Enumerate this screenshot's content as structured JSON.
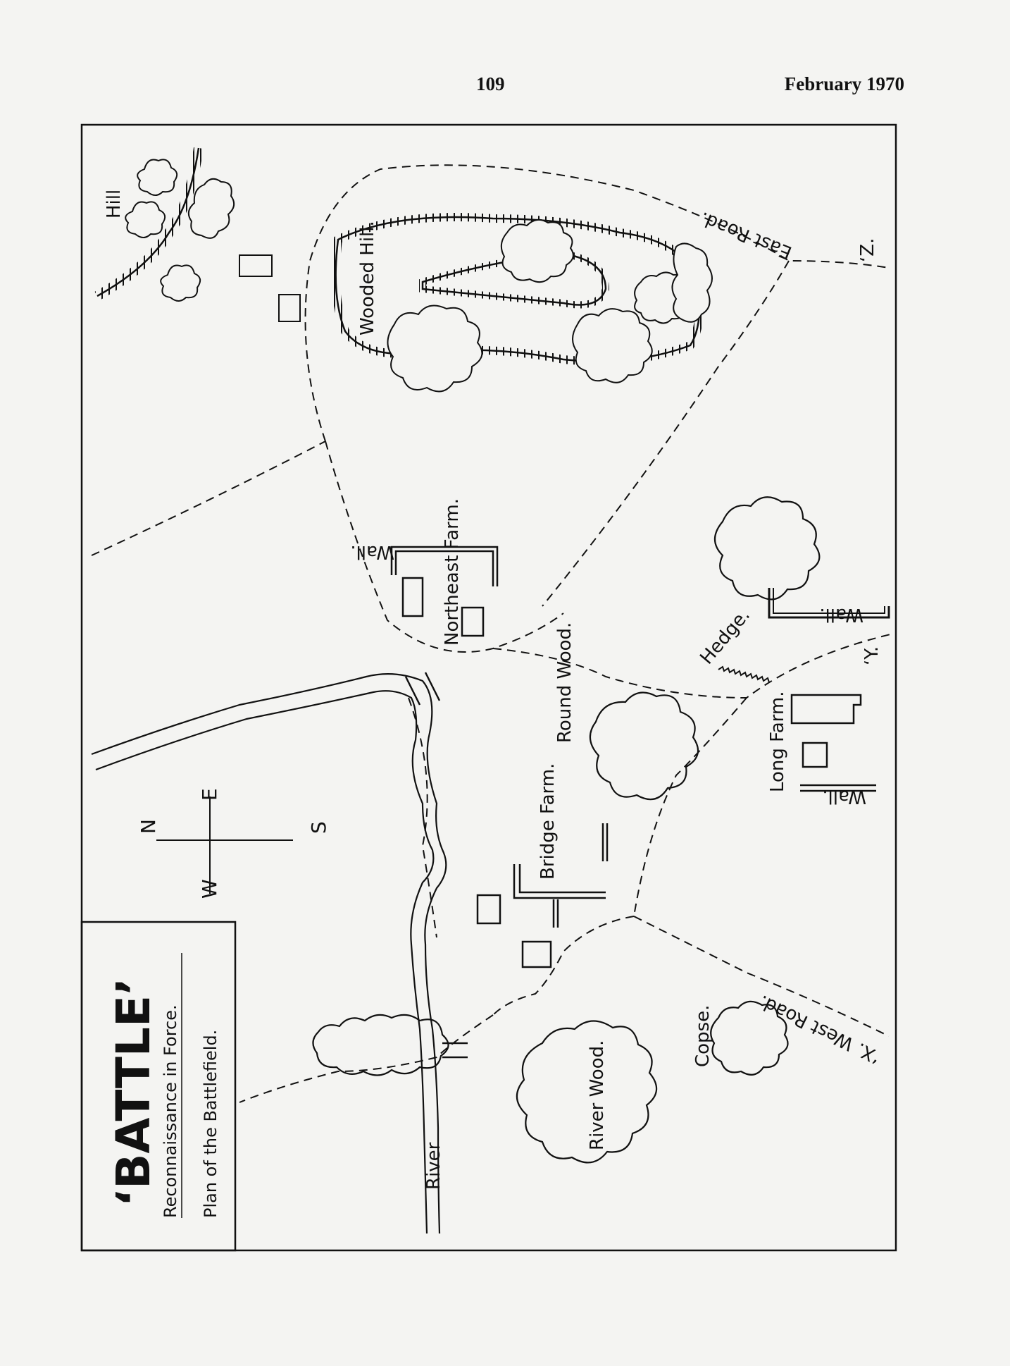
{
  "header": {
    "page_number": "109",
    "date": "February 1970"
  },
  "title": {
    "main": "‘BATTLE’",
    "sub": "Reconnaissance in Force.",
    "plan": "Plan of the Battlefield."
  },
  "compass": {
    "n": "N",
    "s": "S",
    "e": "E",
    "w": "W"
  },
  "labels": {
    "hill": "Hill",
    "wooded_hill": "Wooded Hill.",
    "wall_ne": "Wall.",
    "northeast_farm": "Northeast Farm.",
    "east_road": "East Road.",
    "z_marker": "‘Z.",
    "round_wood": "Round Wood.",
    "hedge": "Hedge.",
    "wall_e": "Wall.",
    "y_marker": "‘Y.",
    "long_farm": "Long Farm.",
    "wall_se": "Wall.",
    "bridge_farm": "Bridge Farm.",
    "river": "River",
    "river_wood": "River Wood.",
    "copse": "Copse.",
    "west_road": "‘X. West Road."
  }
}
